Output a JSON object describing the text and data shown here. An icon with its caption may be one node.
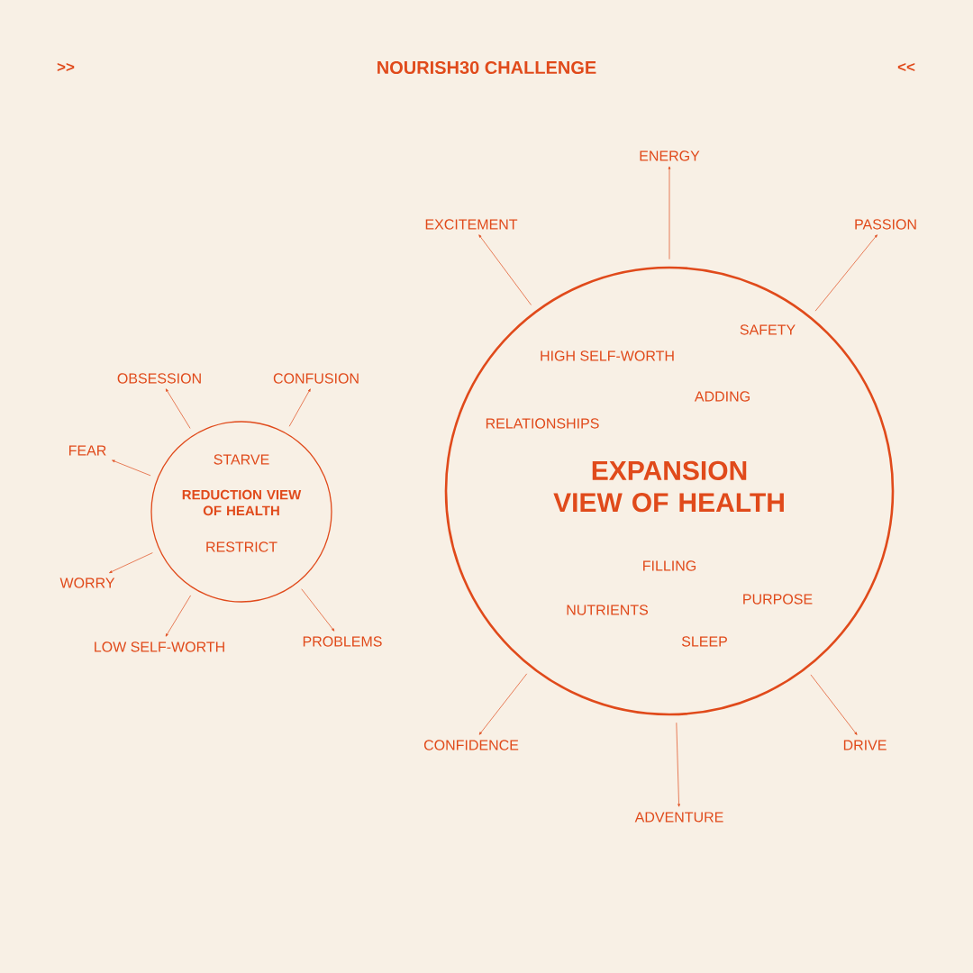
{
  "diagram": {
    "title": "NOURISH30 CHALLENGE",
    "nodes": [
      {
        "text": [
          "STARVE",
          "REDUCTION VIEW OF HEALTH",
          "RESTRICT"
        ]
      },
      {
        "text": [
          "OBSESSION"
        ]
      },
      {
        "text": [
          "CONFUSION"
        ]
      },
      {
        "text": [
          "FEAR"
        ]
      },
      {
        "text": [
          "WORRY"
        ]
      },
      {
        "text": [
          "LOW SELF-WORTH"
        ]
      },
      {
        "text": [
          "PROBLEMS"
        ]
      },
      {
        "text": [
          "SAFETY",
          "HIGH SELF-WORTH",
          "ADDING",
          "RELATIONSHIPS",
          "EXPANSION VIEW OF HEALTH",
          "FILLING",
          "PURPOSE",
          "NUTRIENTS",
          "SLEEP"
        ]
      },
      {
        "text": [
          "ENERGY"
        ]
      },
      {
        "text": [
          "EXCITEMENT"
        ]
      },
      {
        "text": [
          "PASSION"
        ]
      },
      {
        "text": [
          "CONFIDENCE"
        ]
      },
      {
        "text": [
          "ADVENTURE"
        ]
      },
      {
        "text": [
          "DRIVE"
        ]
      }
    ],
    "edges": [
      {
        "from": 0,
        "to": 1,
        "arrow": "to"
      },
      {
        "from": 0,
        "to": 2,
        "arrow": "to"
      },
      {
        "from": 0,
        "to": 3,
        "arrow": "to"
      },
      {
        "from": 0,
        "to": 4,
        "arrow": "to"
      },
      {
        "from": 0,
        "to": 5,
        "arrow": "to"
      },
      {
        "from": 0,
        "to": 6,
        "arrow": "to"
      },
      {
        "from": 7,
        "to": 8,
        "arrow": "to"
      },
      {
        "from": 7,
        "to": 9,
        "arrow": "to"
      },
      {
        "from": 7,
        "to": 10,
        "arrow": "to"
      },
      {
        "from": 7,
        "to": 11,
        "arrow": "to"
      },
      {
        "from": 7,
        "to": 12,
        "arrow": "to"
      },
      {
        "from": 7,
        "to": 13,
        "arrow": "to"
      }
    ],
    "labels": [
      ">>",
      "<<"
    ]
  }
}
